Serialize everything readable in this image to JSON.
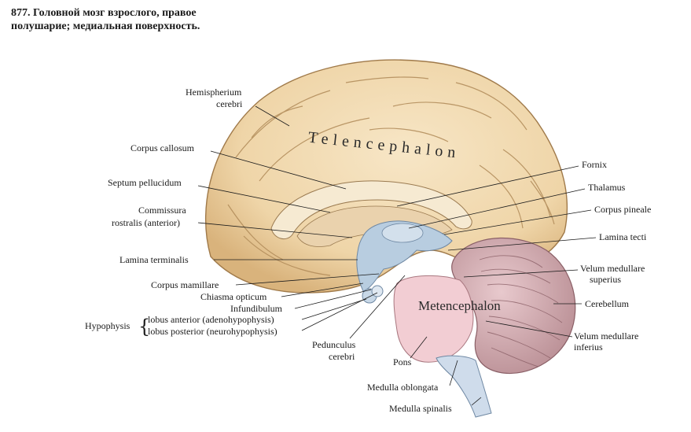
{
  "caption": "877. Головной мозг взрослого, правое полушарие; медиальная поверхность.",
  "colors": {
    "cortex": "#f1dbb3",
    "cortex_dark": "#c9a06a",
    "ventricle": "#b8cde0",
    "cerebellum": "#d9b2b8",
    "brainstem": "#f2cdd3",
    "medulla": "#cfdceb"
  },
  "labels": {
    "telencephalon": "Telencephalon",
    "metencephalon": "Metencephalon",
    "hemispherium_1": "Hemispherium",
    "hemispherium_2": "cerebri",
    "corpus_callosum": "Corpus callosum",
    "septum": "Septum pellucidum",
    "commissura_1": "Commissura",
    "commissura_2": "rostralis (anterior)",
    "lamina_terminalis": "Lamina terminalis",
    "corpus_mamillare": "Corpus mamillare",
    "chiasma": "Chiasma opticum",
    "infundibulum": "Infundibulum",
    "hypophysis": "Hypophysis",
    "lobus_anterior": "lobus anterior (adenohypophysis)",
    "lobus_posterior": "lobus posterior (neurohypophysis)",
    "pedunculus_1": "Pedunculus",
    "pedunculus_2": "cerebri",
    "pons": "Pons",
    "medulla_oblongata": "Medulla oblongata",
    "medulla_spinalis": "Medulla spinalis",
    "fornix": "Fornix",
    "thalamus": "Thalamus",
    "corpus_pineale": "Corpus pineale",
    "lamina_tecti": "Lamina tecti",
    "velum_sup_1": "Velum medullare",
    "velum_sup_2": "superius",
    "cerebellum": "Cerebellum",
    "velum_inf_1": "Velum medullare",
    "velum_inf_2": "inferius"
  }
}
